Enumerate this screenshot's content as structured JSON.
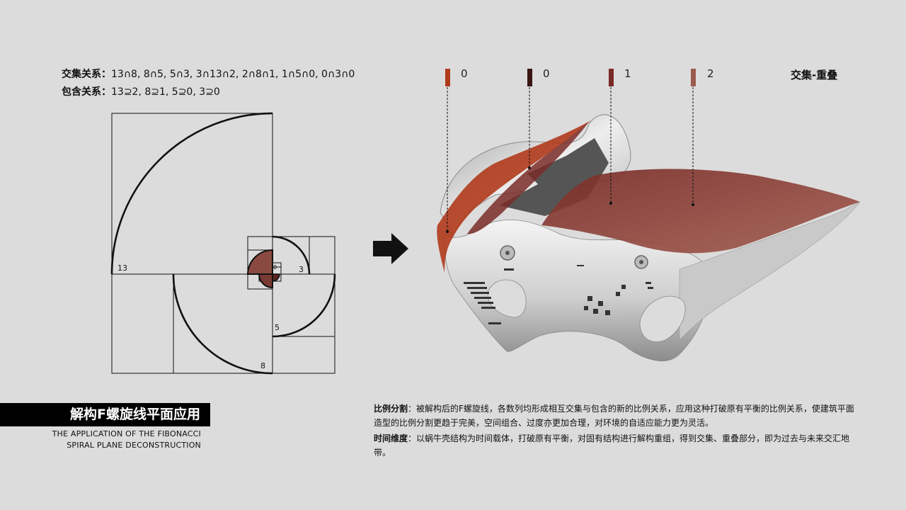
{
  "formulas": {
    "intersection_label": "交集关系：",
    "intersection_value": "13∩8, 8∩5, 5∩3, 3∩13∩2, 2∩8∩1, 1∩5∩0, 0∩3∩0",
    "inclusion_label": "包含关系：",
    "inclusion_value": "13⊇2, 8⊇1, 5⊇0, 3⊇0"
  },
  "spiral_labels": {
    "n13": "13",
    "n8": "8",
    "n5": "5",
    "n3": "3",
    "n0": "0"
  },
  "title": {
    "cn": "解构F螺旋线平面应用",
    "en_line1": "THE APPLICATION OF THE FIBONACCI",
    "en_line2": "SPIRAL PLANE DECONSTRUCTION"
  },
  "legend": {
    "items": [
      {
        "value": "0",
        "color": "#b03a1c"
      },
      {
        "value": "0",
        "color": "#3a1512"
      },
      {
        "value": "1",
        "color": "#7a2a26"
      },
      {
        "value": "2",
        "color": "#9a5a4c"
      }
    ],
    "overlay_title": "交集-重叠"
  },
  "description": {
    "label1": "比例分割",
    "text1": "：被解构后的F螺旋线，各数列均形成相互交集与包含的新的比例关系，应用这种打破原有平衡的比例关系，使建筑平面造型的比例分割更趋于完美，空间组合、过度亦更加合理，对环境的自适应能力更为灵活。",
    "label2": "时间维度",
    "text2": "：以蜗牛壳结构为时间载体，打破原有平衡，对固有结构进行解构重组，得到交集、重叠部分，即为过去与未来交汇地带。"
  },
  "colors": {
    "background": "#dcdcdc",
    "accent_red": "#b03a1c",
    "roof_brown": "#8a3c34",
    "core_fill": "#8a4a42"
  }
}
